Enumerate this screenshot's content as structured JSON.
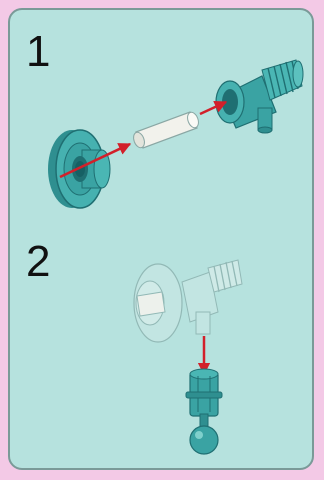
{
  "steps": [
    {
      "number": "1"
    },
    {
      "number": "2"
    }
  ],
  "colors": {
    "background": "#f3c9e6",
    "panel": "#b6e2de",
    "part_teal": "#3aa3a3",
    "part_teal_dark": "#1f6f72",
    "axle": "#f2f2ec",
    "arrow": "#d2202a"
  },
  "icons": [
    "wheel-hub-part",
    "axle-pin-part",
    "connector-part",
    "ball-joint-part",
    "insert-arrow"
  ]
}
